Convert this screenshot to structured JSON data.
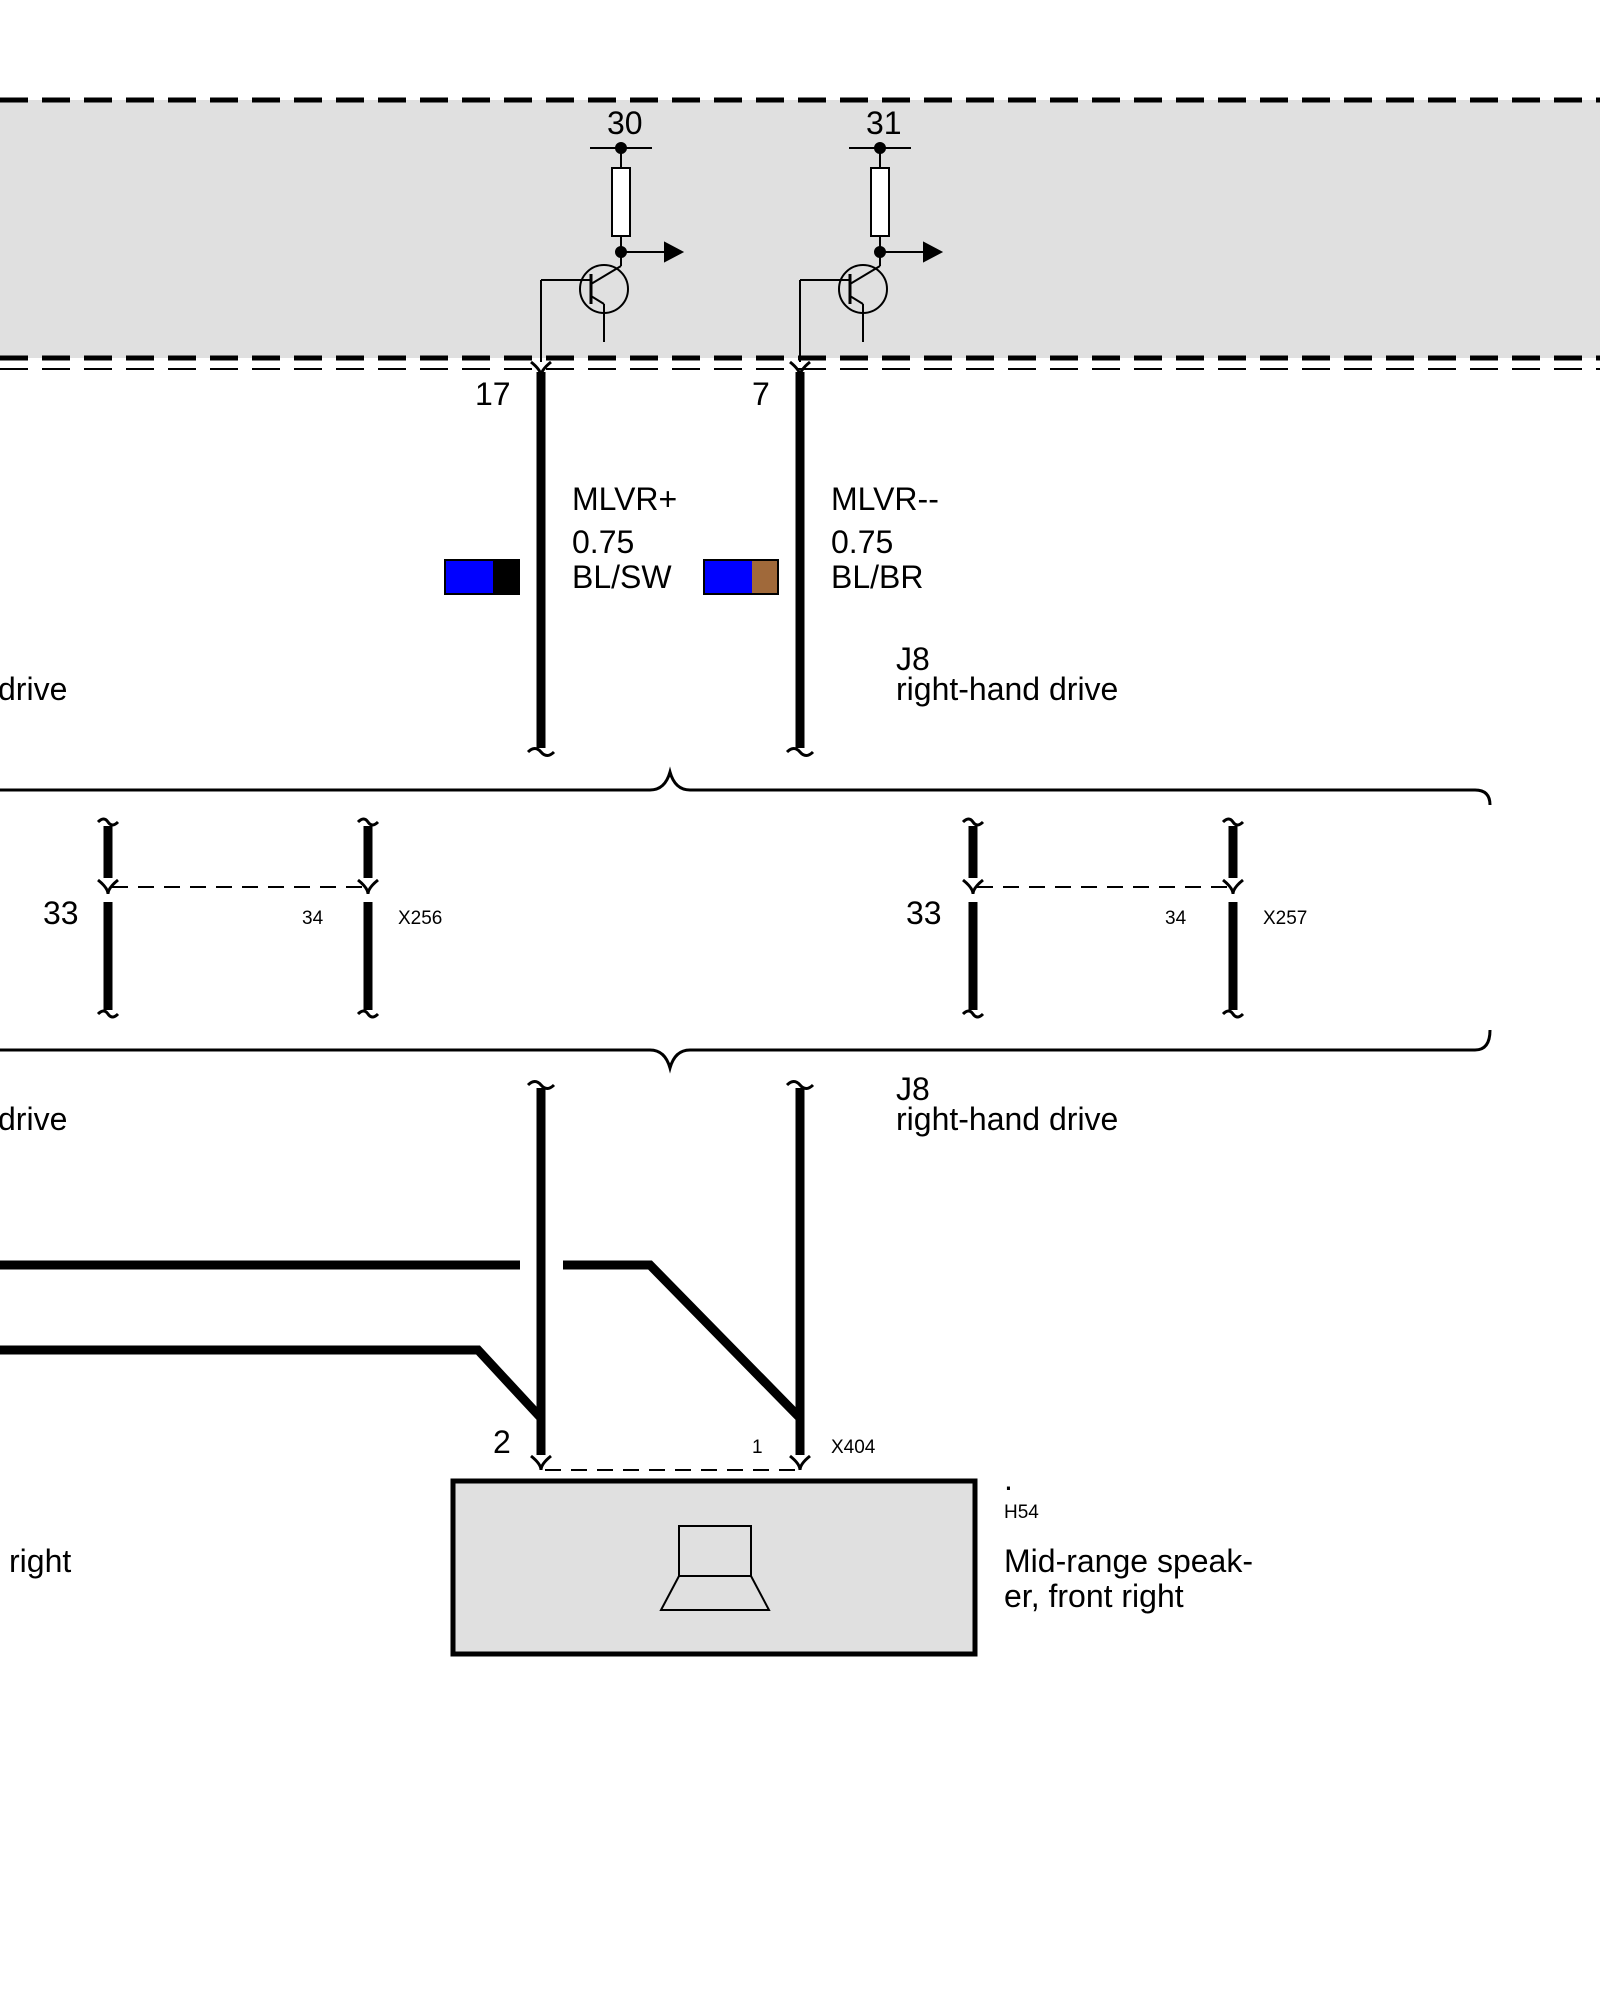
{
  "module": {
    "supply_pins": [
      "30",
      "31"
    ],
    "output_pins": [
      "17",
      "7"
    ]
  },
  "wires": [
    {
      "signal": "MLVR+",
      "gauge": "0.75",
      "color_code": "BL/SW",
      "colors": [
        "#0000ff",
        "#000000"
      ]
    },
    {
      "signal": "MLVR--",
      "gauge": "0.75",
      "color_code": "BL/BR",
      "colors": [
        "#0000ff",
        "#a0693a"
      ]
    }
  ],
  "variants": {
    "left_label_upper": "drive",
    "left_label_lower": "drive",
    "right_id_upper": "J8",
    "right_label_upper": "right-hand drive",
    "right_id_lower": "J8",
    "right_label_lower": "right-hand drive"
  },
  "connectors": [
    {
      "pin_a": "33",
      "pin_b": "34",
      "id": "X256"
    },
    {
      "pin_a": "33",
      "pin_b": "34",
      "id": "X257"
    }
  ],
  "speaker_connector": {
    "pin_a": "2",
    "pin_b": "1",
    "id": "X404"
  },
  "component": {
    "dot": ".",
    "id": "H54",
    "name_line1": "Mid-range speak-",
    "name_line2": "er, front right"
  },
  "left_component_label": "right",
  "colors": {
    "module_fill": "#e0e0e0",
    "speaker_fill": "#e0e0e0",
    "wire": "#000000"
  }
}
